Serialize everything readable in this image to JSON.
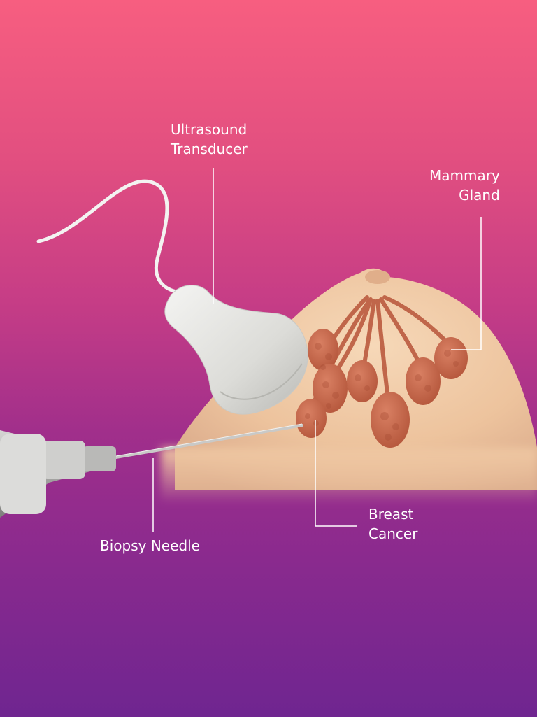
{
  "labels": {
    "ultrasound_transducer": {
      "line1": "Ultrasound",
      "line2": "Transducer"
    },
    "mammary_gland": {
      "line1": "Mammary",
      "line2": "Gland"
    },
    "breast_cancer": {
      "line1": "Breast",
      "line2": "Cancer"
    },
    "biopsy_needle": "Biopsy Needle"
  },
  "colors": {
    "background_top": "#f75e80",
    "background_bottom": "#6f2590",
    "skin": "#efc7a2",
    "gland": "#c96a4c",
    "transducer": "#e6e6e3",
    "needle": "#b9b9b9",
    "leader_line": "#ffffff"
  }
}
